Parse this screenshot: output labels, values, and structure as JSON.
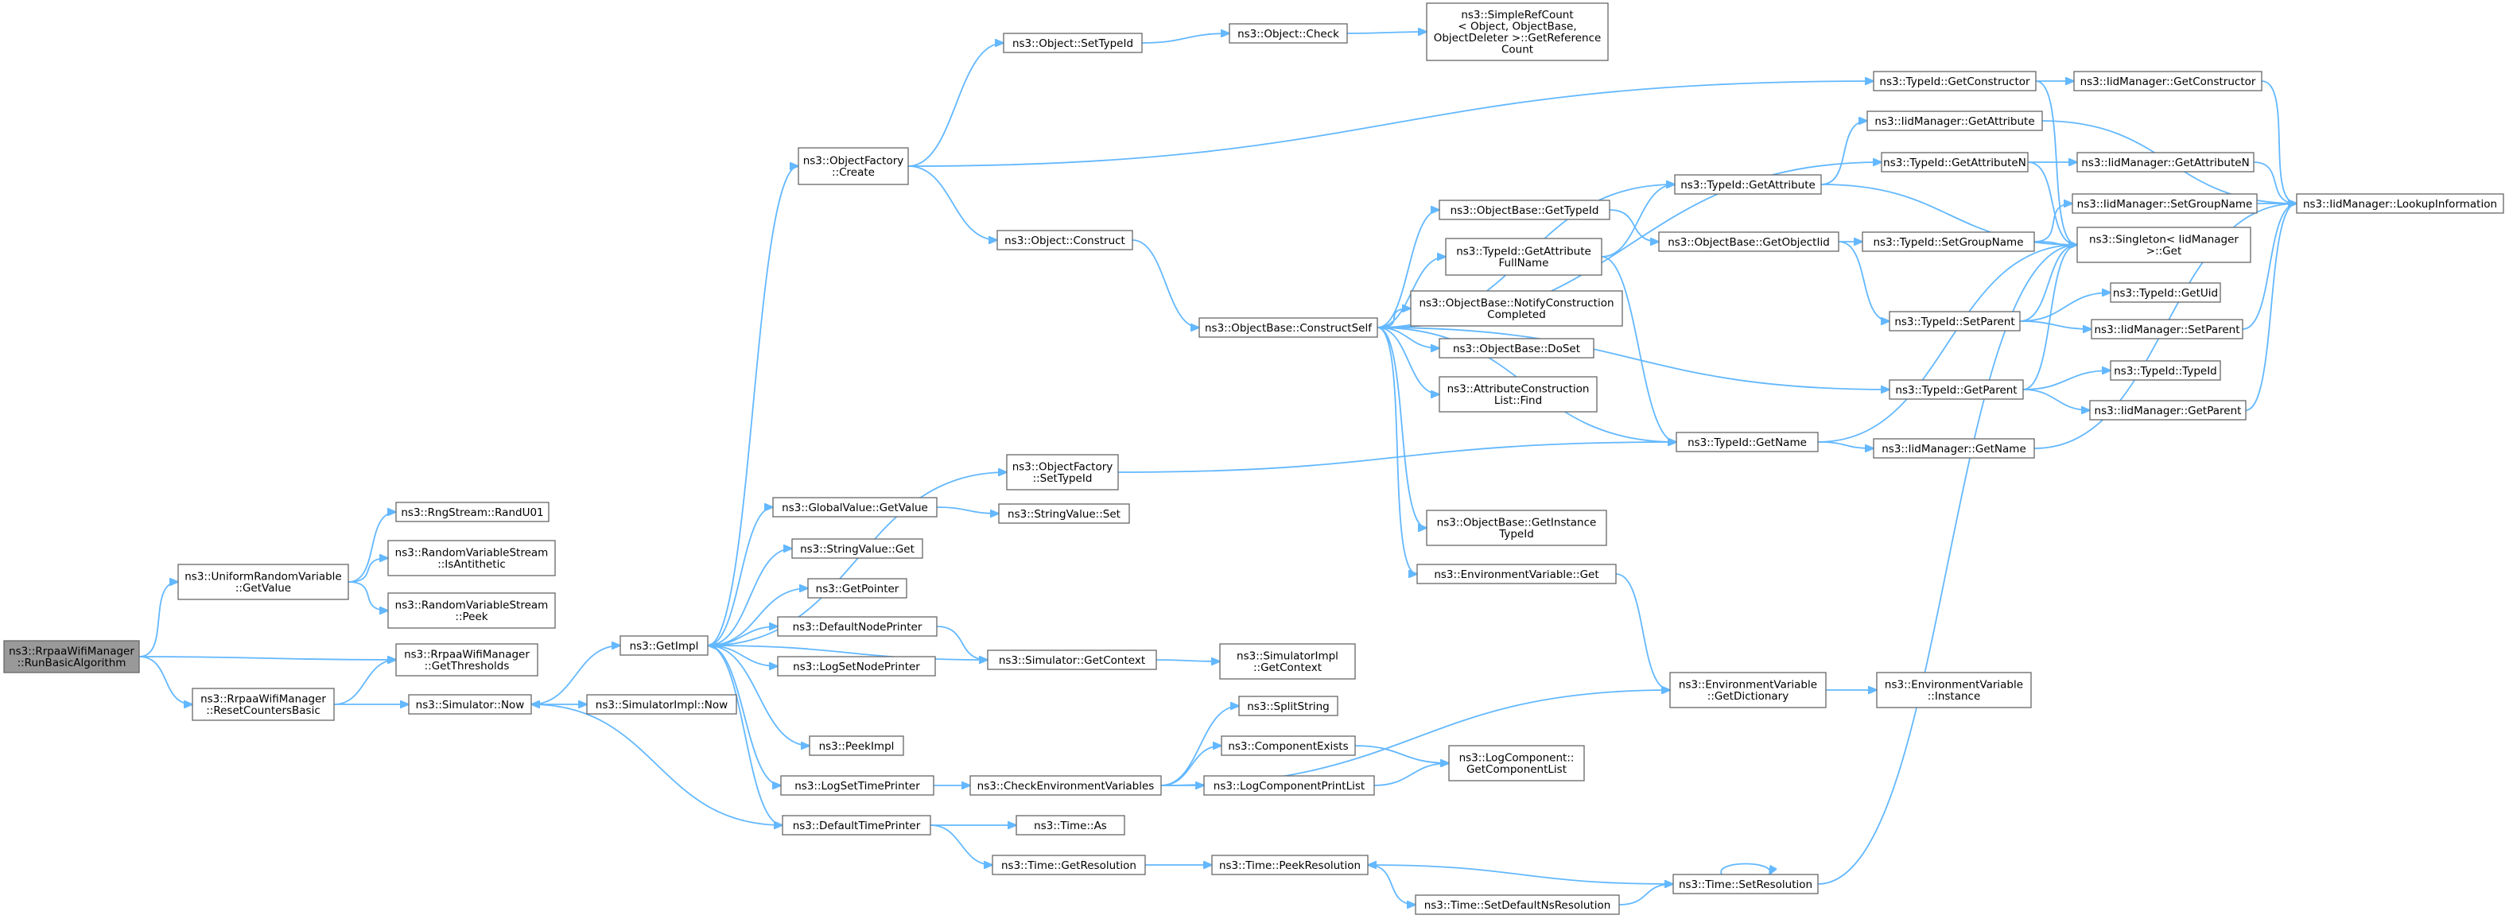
{
  "colors": {
    "edge": "#63b8ff",
    "node_border": "#666666",
    "root_fill": "#999999",
    "node_fill": "#ffffff",
    "text": "#000000"
  },
  "nodes": [
    {
      "id": "root",
      "lines": [
        "ns3::RrpaaWifiManager",
        "::RunBasicAlgorithm"
      ],
      "root": true
    },
    {
      "id": "urv_getvalue",
      "lines": [
        "ns3::UniformRandomVariable",
        "::GetValue"
      ]
    },
    {
      "id": "getthresholds",
      "lines": [
        "ns3::RrpaaWifiManager",
        "::GetThresholds"
      ]
    },
    {
      "id": "resetcounters",
      "lines": [
        "ns3::RrpaaWifiManager",
        "::ResetCountersBasic"
      ]
    },
    {
      "id": "randu01",
      "lines": [
        "ns3::RngStream::RandU01"
      ]
    },
    {
      "id": "isantithetic",
      "lines": [
        "ns3::RandomVariableStream",
        "::IsAntithetic"
      ]
    },
    {
      "id": "peek",
      "lines": [
        "ns3::RandomVariableStream",
        "::Peek"
      ]
    },
    {
      "id": "sim_now",
      "lines": [
        "ns3::Simulator::Now"
      ]
    },
    {
      "id": "getimpl",
      "lines": [
        "ns3::GetImpl"
      ]
    },
    {
      "id": "simimpl_now",
      "lines": [
        "ns3::SimulatorImpl::Now"
      ]
    },
    {
      "id": "of_create",
      "lines": [
        "ns3::ObjectFactory",
        "::Create"
      ]
    },
    {
      "id": "of_settypeid",
      "lines": [
        "ns3::ObjectFactory",
        "::SetTypeId"
      ]
    },
    {
      "id": "gv_getvalue",
      "lines": [
        "ns3::GlobalValue::GetValue"
      ]
    },
    {
      "id": "sv_get",
      "lines": [
        "ns3::StringValue::Get"
      ]
    },
    {
      "id": "getpointer",
      "lines": [
        "ns3::GetPointer"
      ]
    },
    {
      "id": "defnodeprinter",
      "lines": [
        "ns3::DefaultNodePrinter"
      ]
    },
    {
      "id": "logsetnodeprinter",
      "lines": [
        "ns3::LogSetNodePrinter"
      ]
    },
    {
      "id": "peekimpl",
      "lines": [
        "ns3::PeekImpl"
      ]
    },
    {
      "id": "logsettimeprinter",
      "lines": [
        "ns3::LogSetTimePrinter"
      ]
    },
    {
      "id": "deftimeprinter",
      "lines": [
        "ns3::DefaultTimePrinter"
      ]
    },
    {
      "id": "obj_settypeid",
      "lines": [
        "ns3::Object::SetTypeId"
      ]
    },
    {
      "id": "obj_construct",
      "lines": [
        "ns3::Object::Construct"
      ]
    },
    {
      "id": "sv_set",
      "lines": [
        "ns3::StringValue::Set"
      ]
    },
    {
      "id": "sim_getcontext",
      "lines": [
        "ns3::Simulator::GetContext"
      ]
    },
    {
      "id": "checkenv",
      "lines": [
        "ns3::CheckEnvironmentVariables"
      ]
    },
    {
      "id": "time_as",
      "lines": [
        "ns3::Time::As"
      ]
    },
    {
      "id": "time_getres",
      "lines": [
        "ns3::Time::GetResolution"
      ]
    },
    {
      "id": "obj_check",
      "lines": [
        "ns3::Object::Check"
      ]
    },
    {
      "id": "simimpl_getcontext",
      "lines": [
        "ns3::SimulatorImpl",
        "::GetContext"
      ]
    },
    {
      "id": "splitstring",
      "lines": [
        "ns3::SplitString"
      ]
    },
    {
      "id": "compexists",
      "lines": [
        "ns3::ComponentExists"
      ]
    },
    {
      "id": "logcompprintlist",
      "lines": [
        "ns3::LogComponentPrintList"
      ]
    },
    {
      "id": "time_peekres",
      "lines": [
        "ns3::Time::PeekResolution"
      ]
    },
    {
      "id": "ob_constructself",
      "lines": [
        "ns3::ObjectBase::ConstructSelf"
      ]
    },
    {
      "id": "srefcount",
      "lines": [
        "ns3::SimpleRefCount",
        "< Object, ObjectBase,",
        "ObjectDeleter >::GetReference",
        "Count"
      ]
    },
    {
      "id": "ob_gettypeid",
      "lines": [
        "ns3::ObjectBase::GetTypeId"
      ]
    },
    {
      "id": "tid_getattrfullname",
      "lines": [
        "ns3::TypeId::GetAttribute",
        "FullName"
      ]
    },
    {
      "id": "ob_notifyconstr",
      "lines": [
        "ns3::ObjectBase::NotifyConstruction",
        "Completed"
      ]
    },
    {
      "id": "ob_doset",
      "lines": [
        "ns3::ObjectBase::DoSet"
      ]
    },
    {
      "id": "acl_find",
      "lines": [
        "ns3::AttributeConstruction",
        "List::Find"
      ]
    },
    {
      "id": "ob_getinstancetypeid",
      "lines": [
        "ns3::ObjectBase::GetInstance",
        "TypeId"
      ]
    },
    {
      "id": "envvar_get",
      "lines": [
        "ns3::EnvironmentVariable::Get"
      ]
    },
    {
      "id": "logcomp_getlist",
      "lines": [
        "ns3::LogComponent::",
        "GetComponentList"
      ]
    },
    {
      "id": "time_setdefaultns",
      "lines": [
        "ns3::Time::SetDefaultNsResolution"
      ]
    },
    {
      "id": "tid_getattribute",
      "lines": [
        "ns3::TypeId::GetAttribute"
      ]
    },
    {
      "id": "ob_getobjectiid",
      "lines": [
        "ns3::ObjectBase::GetObjectIid"
      ]
    },
    {
      "id": "tid_getname",
      "lines": [
        "ns3::TypeId::GetName"
      ]
    },
    {
      "id": "envvar_getdict",
      "lines": [
        "ns3::EnvironmentVariable",
        "::GetDictionary"
      ]
    },
    {
      "id": "time_setres",
      "lines": [
        "ns3::Time::SetResolution"
      ]
    },
    {
      "id": "tid_getconstructor",
      "lines": [
        "ns3::TypeId::GetConstructor"
      ]
    },
    {
      "id": "iid_getattribute",
      "lines": [
        "ns3::IidManager::GetAttribute"
      ]
    },
    {
      "id": "tid_getattributen",
      "lines": [
        "ns3::TypeId::GetAttributeN"
      ]
    },
    {
      "id": "tid_setgroupname",
      "lines": [
        "ns3::TypeId::SetGroupName"
      ]
    },
    {
      "id": "tid_setparent",
      "lines": [
        "ns3::TypeId::SetParent"
      ]
    },
    {
      "id": "tid_getparent",
      "lines": [
        "ns3::TypeId::GetParent"
      ]
    },
    {
      "id": "iid_getname",
      "lines": [
        "ns3::IidManager::GetName"
      ]
    },
    {
      "id": "envvar_instance",
      "lines": [
        "ns3::EnvironmentVariable",
        "::Instance"
      ]
    },
    {
      "id": "iid_getconstructor",
      "lines": [
        "ns3::IidManager::GetConstructor"
      ]
    },
    {
      "id": "iid_getattributen",
      "lines": [
        "ns3::IidManager::GetAttributeN"
      ]
    },
    {
      "id": "iid_setgroupname",
      "lines": [
        "ns3::IidManager::SetGroupName"
      ]
    },
    {
      "id": "singleton_get",
      "lines": [
        "ns3::Singleton< IidManager",
        " >::Get"
      ]
    },
    {
      "id": "tid_getuid",
      "lines": [
        "ns3::TypeId::GetUid"
      ]
    },
    {
      "id": "iid_setparent",
      "lines": [
        "ns3::IidManager::SetParent"
      ]
    },
    {
      "id": "tid_typeid",
      "lines": [
        "ns3::TypeId::TypeId"
      ]
    },
    {
      "id": "iid_getparent",
      "lines": [
        "ns3::IidManager::GetParent"
      ]
    },
    {
      "id": "iid_lookupinfo",
      "lines": [
        "ns3::IidManager::LookupInformation"
      ]
    }
  ]
}
